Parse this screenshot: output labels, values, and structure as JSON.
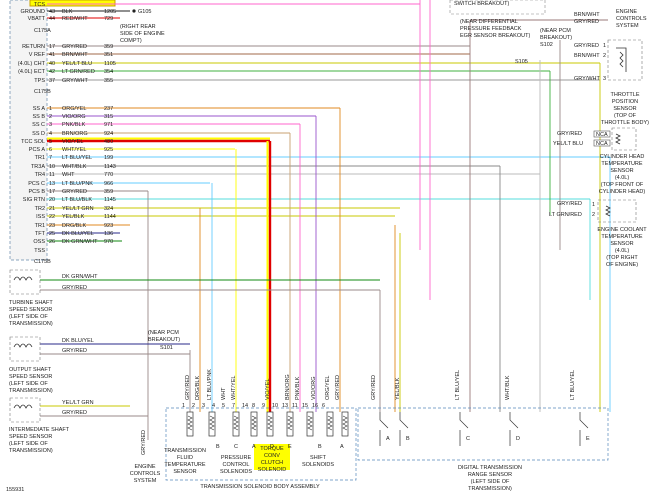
{
  "diagram_id": "155931",
  "pcm": {
    "left_pins": [
      {
        "name": "TCS",
        "num": "",
        "color": "",
        "circuit": ""
      },
      {
        "name": "GROUND",
        "num": "43",
        "color": "BLK",
        "circuit": "1205"
      },
      {
        "name": "VBATT",
        "num": "44",
        "color": "RED/WHT",
        "circuit": "729"
      },
      {
        "name": "",
        "num": "",
        "color": "",
        "circuit": ""
      },
      {
        "name": "RETURN",
        "num": "17",
        "color": "GRY/RED",
        "circuit": "359"
      },
      {
        "name": "V REF",
        "num": "41",
        "color": "BRN/WHT",
        "circuit": "351"
      },
      {
        "name": "(4.0L) CHT",
        "num": "40",
        "color": "YEL/LT BLU",
        "circuit": "1105"
      },
      {
        "name": "(4.0L) ECT",
        "num": "42",
        "color": "LT GRN/RED",
        "circuit": "354"
      },
      {
        "name": "TPS",
        "num": "37",
        "color": "GRY/WHT",
        "circuit": "355"
      },
      {
        "name": "",
        "num": "",
        "color": "",
        "circuit": ""
      },
      {
        "name": "SS A",
        "num": "1",
        "color": "ORG/YEL",
        "circuit": "237"
      },
      {
        "name": "SS B",
        "num": "2",
        "color": "VIO/ORG",
        "circuit": "315"
      },
      {
        "name": "SS C",
        "num": "3",
        "color": "PNK/BLK",
        "circuit": "971"
      },
      {
        "name": "SS D",
        "num": "4",
        "color": "BRN/ORG",
        "circuit": "924"
      },
      {
        "name": "TCC SOL",
        "num": "5",
        "color": "VIO/YEL",
        "circuit": "480"
      },
      {
        "name": "PCS A",
        "num": "6",
        "color": "WHT/YEL",
        "circuit": "925"
      },
      {
        "name": "TR1",
        "num": "7",
        "color": "LT BLU/YEL",
        "circuit": "199"
      },
      {
        "name": "TR3A",
        "num": "10",
        "color": "WHT/BLK",
        "circuit": "1143"
      },
      {
        "name": "TR4",
        "num": "11",
        "color": "WHT",
        "circuit": "770"
      },
      {
        "name": "PCS C",
        "num": "13",
        "color": "LT BLU/PNK",
        "circuit": "966"
      },
      {
        "name": "PCS B",
        "num": "17",
        "color": "GRY/RED",
        "circuit": "359"
      },
      {
        "name": "SIG RTN",
        "num": "20",
        "color": "LT BLU/BLK",
        "circuit": "1145"
      },
      {
        "name": "TR2",
        "num": "21",
        "color": "YEL/LT GRN",
        "circuit": "324"
      },
      {
        "name": "ISS",
        "num": "22",
        "color": "YEL/BLK",
        "circuit": "1144"
      },
      {
        "name": "TR1",
        "num": "23",
        "color": "DRG/BLK",
        "circuit": "923"
      },
      {
        "name": "TFT",
        "num": "25",
        "color": "DK BLU/YEL",
        "circuit": "136"
      },
      {
        "name": "OSS",
        "num": "26",
        "color": "DK GRN/WHT",
        "circuit": "970"
      },
      {
        "name": "TSS",
        "num": "",
        "color": "",
        "circuit": ""
      }
    ],
    "connector_labels": [
      "C175A",
      "C175B",
      "C175B"
    ],
    "g105": "G105",
    "note_rear": [
      "(RIGHT REAR",
      "SIDE OF ENGINE",
      "COMPT)"
    ]
  },
  "top_right": {
    "switch_breakout": "SWITCH BREAKOUT)",
    "wires": [
      "BRN/WHT",
      "GRY/RED"
    ],
    "ecs_caption": [
      "ENGINE",
      "CONTROLS",
      "SYSTEM"
    ],
    "diff_note": [
      "(NEAR DIFFERENTIAL",
      "PRESSURE FEEDBACK",
      "EGR SENSOR BREAKOUT)"
    ],
    "pcm_note": [
      "(NEAR PCM",
      "BREAKOUT)"
    ],
    "s102": "S102",
    "s105": "S105"
  },
  "tps": {
    "pins": [
      "GRY/RED",
      "BRN/WHT",
      "GRY/WHT"
    ],
    "pin_nums": [
      "1",
      "2",
      "3"
    ],
    "caption": [
      "THROTTLE",
      "POSITION",
      "SENSOR",
      "(TOP OF",
      "THROTTLE BODY)"
    ]
  },
  "cht": {
    "wires": [
      "GRY/RED",
      "YEL/LT BLU"
    ],
    "nca": [
      "NCA",
      "NCA"
    ],
    "caption": [
      "CYLINDER HEAD",
      "TEMPERATURE",
      "SENSOR",
      "(4.0L)",
      "(TOP FRONT OF",
      "CYLINDER HEAD)"
    ]
  },
  "ect": {
    "wires": [
      "GRY/RED",
      "LT GRN/RED"
    ],
    "pin_nums": [
      "1",
      "2"
    ],
    "caption": [
      "ENGINE COOLANT",
      "TEMPERATURE",
      "SENSOR",
      "(4.0L)",
      "(TOP RIGHT",
      "OF ENGINE)"
    ]
  },
  "turbine": {
    "wires": [
      "DK GRN/WHT",
      "GRY/RED"
    ],
    "caption": [
      "TURBINE SHAFT",
      "SPEED SENSOR",
      "(LEFT SIDE OF",
      "TRANSMISSION)"
    ]
  },
  "output": {
    "wires": [
      "DK BLU/YEL",
      "GRY/RED"
    ],
    "caption": [
      "OUTPUT SHAFT",
      "SPEED SENSOR",
      "(LEFT SIDE OF",
      "TRANSMISSION)"
    ]
  },
  "intermediate": {
    "wires": [
      "YEL/LT GRN",
      "GRY/RED"
    ],
    "caption": [
      "INTERMEDIATE SHAFT",
      "SPEED SENSOR",
      "(LEFT SIDE OF",
      "TRANSMISSION)"
    ]
  },
  "s101": {
    "note": [
      "(NEAR PCM",
      "BREAKOUT)"
    ],
    "label": "S101"
  },
  "solenoid_body": {
    "wire_labels": [
      "GRY/RED",
      "DRG/BLK",
      "LT BLU/PNK",
      "WHT",
      "WHT/YEL",
      "VIO/YEL",
      "BRN/ORG",
      "PNK/BLK",
      "VIO/ORG",
      "ORG/YEL",
      "GRY/RED"
    ],
    "pin_nums": [
      "1",
      "2",
      "3",
      "4",
      "5",
      "7",
      "14",
      "8",
      "9",
      "10",
      "13",
      "11",
      "15",
      "16",
      "6"
    ],
    "letters": [
      "B",
      "C",
      "A",
      "D",
      "E",
      "B",
      "A"
    ],
    "tft_caption": [
      "TRANSMISSION",
      "FLUID",
      "TEMPERATURE",
      "SENSOR"
    ],
    "pcs_caption": [
      "PRESSURE",
      "CONTROL",
      "SOLENOIDS"
    ],
    "tcc_caption": [
      "TORQUE",
      "CONV",
      "CLUTCH",
      "SOLENOID"
    ],
    "shift_caption": [
      "SHIFT",
      "SOLENOIDS"
    ],
    "assembly_caption": "TRANSMISSION SOLENOID BODY ASSEMBLY",
    "ecs_caption": [
      "ENGINE",
      "CONTROLS",
      "SYSTEM"
    ],
    "ecs_wire": "GRY/RED"
  },
  "dtr": {
    "wire_labels": [
      "GRY/RED",
      "YEL/BLK",
      "LT BLU/YEL",
      "WHT/BLK",
      "LT BLU/YEL"
    ],
    "caption": [
      "DIGITAL TRANSMISSION",
      "RANGE SENSOR",
      "(LEFT SIDE OF",
      "TRANSMISSION)"
    ]
  },
  "colors": {
    "gry_red": "#9a8a88",
    "brn_wht": "#a06a4a",
    "yel_ltblu": "#c8c800",
    "ltgrn_red": "#40b040",
    "gry_wht": "#9a9a9a",
    "pink": "#ff66cc",
    "magenta": "#dd00aa",
    "violet": "#9955cc",
    "orange": "#e08a20",
    "red": "#e00000",
    "blue": "#4aa8ff",
    "ltblu": "#66ccff",
    "cyan": "#55dddd",
    "highlight": "#ffff00",
    "darkgreen": "#118811",
    "navy": "#2a2a8a",
    "tan": "#c8a070"
  }
}
